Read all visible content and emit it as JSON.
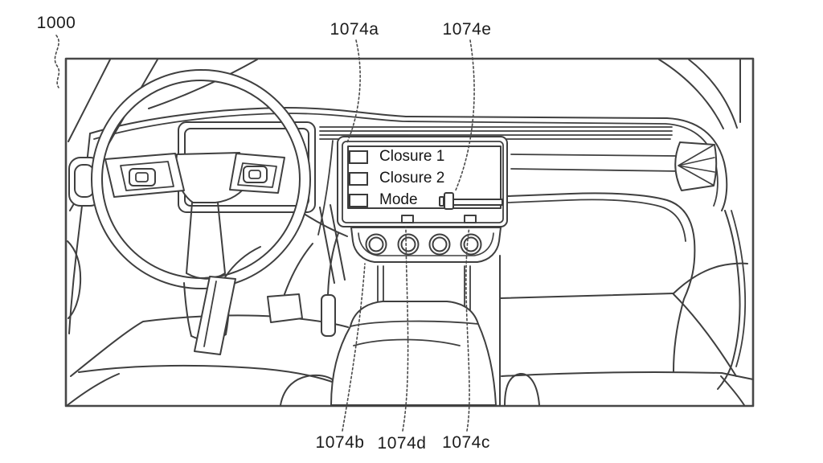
{
  "figure": {
    "title": "Vehicle interior with closure-control touchscreen (patent line drawing)",
    "colors": {
      "background": "#ffffff",
      "line": "#3f3f3f",
      "text": "#1c1c1c"
    },
    "reference_numerals": {
      "assembly": "1000",
      "touchscreen": "1074a",
      "mode_slider": "1074e",
      "knob_panel": "1074b",
      "left_panel_button": "1074d",
      "right_panel_button": "1074c"
    },
    "touchscreen": {
      "rows": [
        {
          "label": "Closure 1",
          "control": "checkbox"
        },
        {
          "label": "Closure 2",
          "control": "checkbox"
        },
        {
          "label": "Mode",
          "control": "checkbox-with-slider"
        }
      ]
    }
  }
}
